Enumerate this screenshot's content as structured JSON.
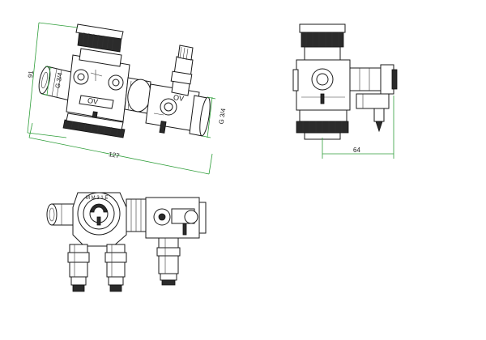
{
  "dimensions": {
    "height": "91",
    "length": "127",
    "inlet_thread": "G 3/4",
    "outlet_thread": "G 3/4",
    "depth": "64"
  },
  "markings": {
    "valve_label": "OV",
    "fitting_label": "OV",
    "top_marking": "M M 3 1 E"
  },
  "colors": {
    "line": "#1a1a1a",
    "dimension": "#2f9e3a",
    "dark_fill": "#2b2b2b"
  }
}
